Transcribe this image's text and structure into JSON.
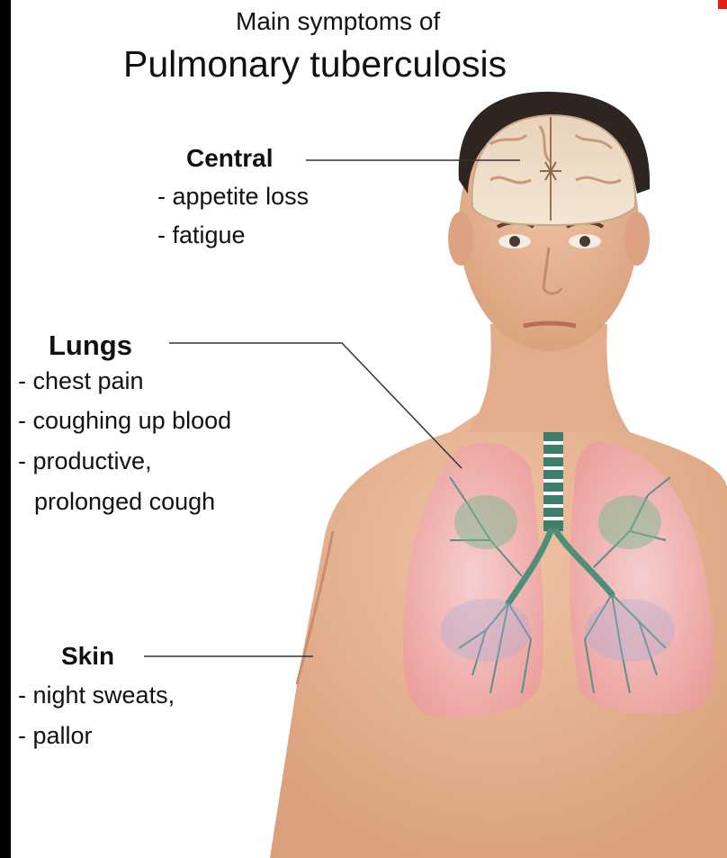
{
  "title": {
    "line1": "Main symptoms of",
    "line2": "Pulmonary tuberculosis"
  },
  "groups": {
    "central": {
      "heading": "Central",
      "items": [
        "- appetite loss",
        "- fatigue"
      ]
    },
    "lungs": {
      "heading": "Lungs",
      "items": [
        "- chest pain",
        "- coughing up blood",
        "- productive,",
        "prolonged cough"
      ]
    },
    "skin": {
      "heading": "Skin",
      "items": [
        "- night sweats,",
        "- pallor"
      ]
    }
  },
  "colors": {
    "frame": "#000000",
    "background": "#ffffff",
    "skin": "#e7b594",
    "hair": "#2e2420",
    "lung_fill": "#f3b4b4",
    "bronchi": "#4e8f78",
    "corner_mark": "#e02010"
  }
}
